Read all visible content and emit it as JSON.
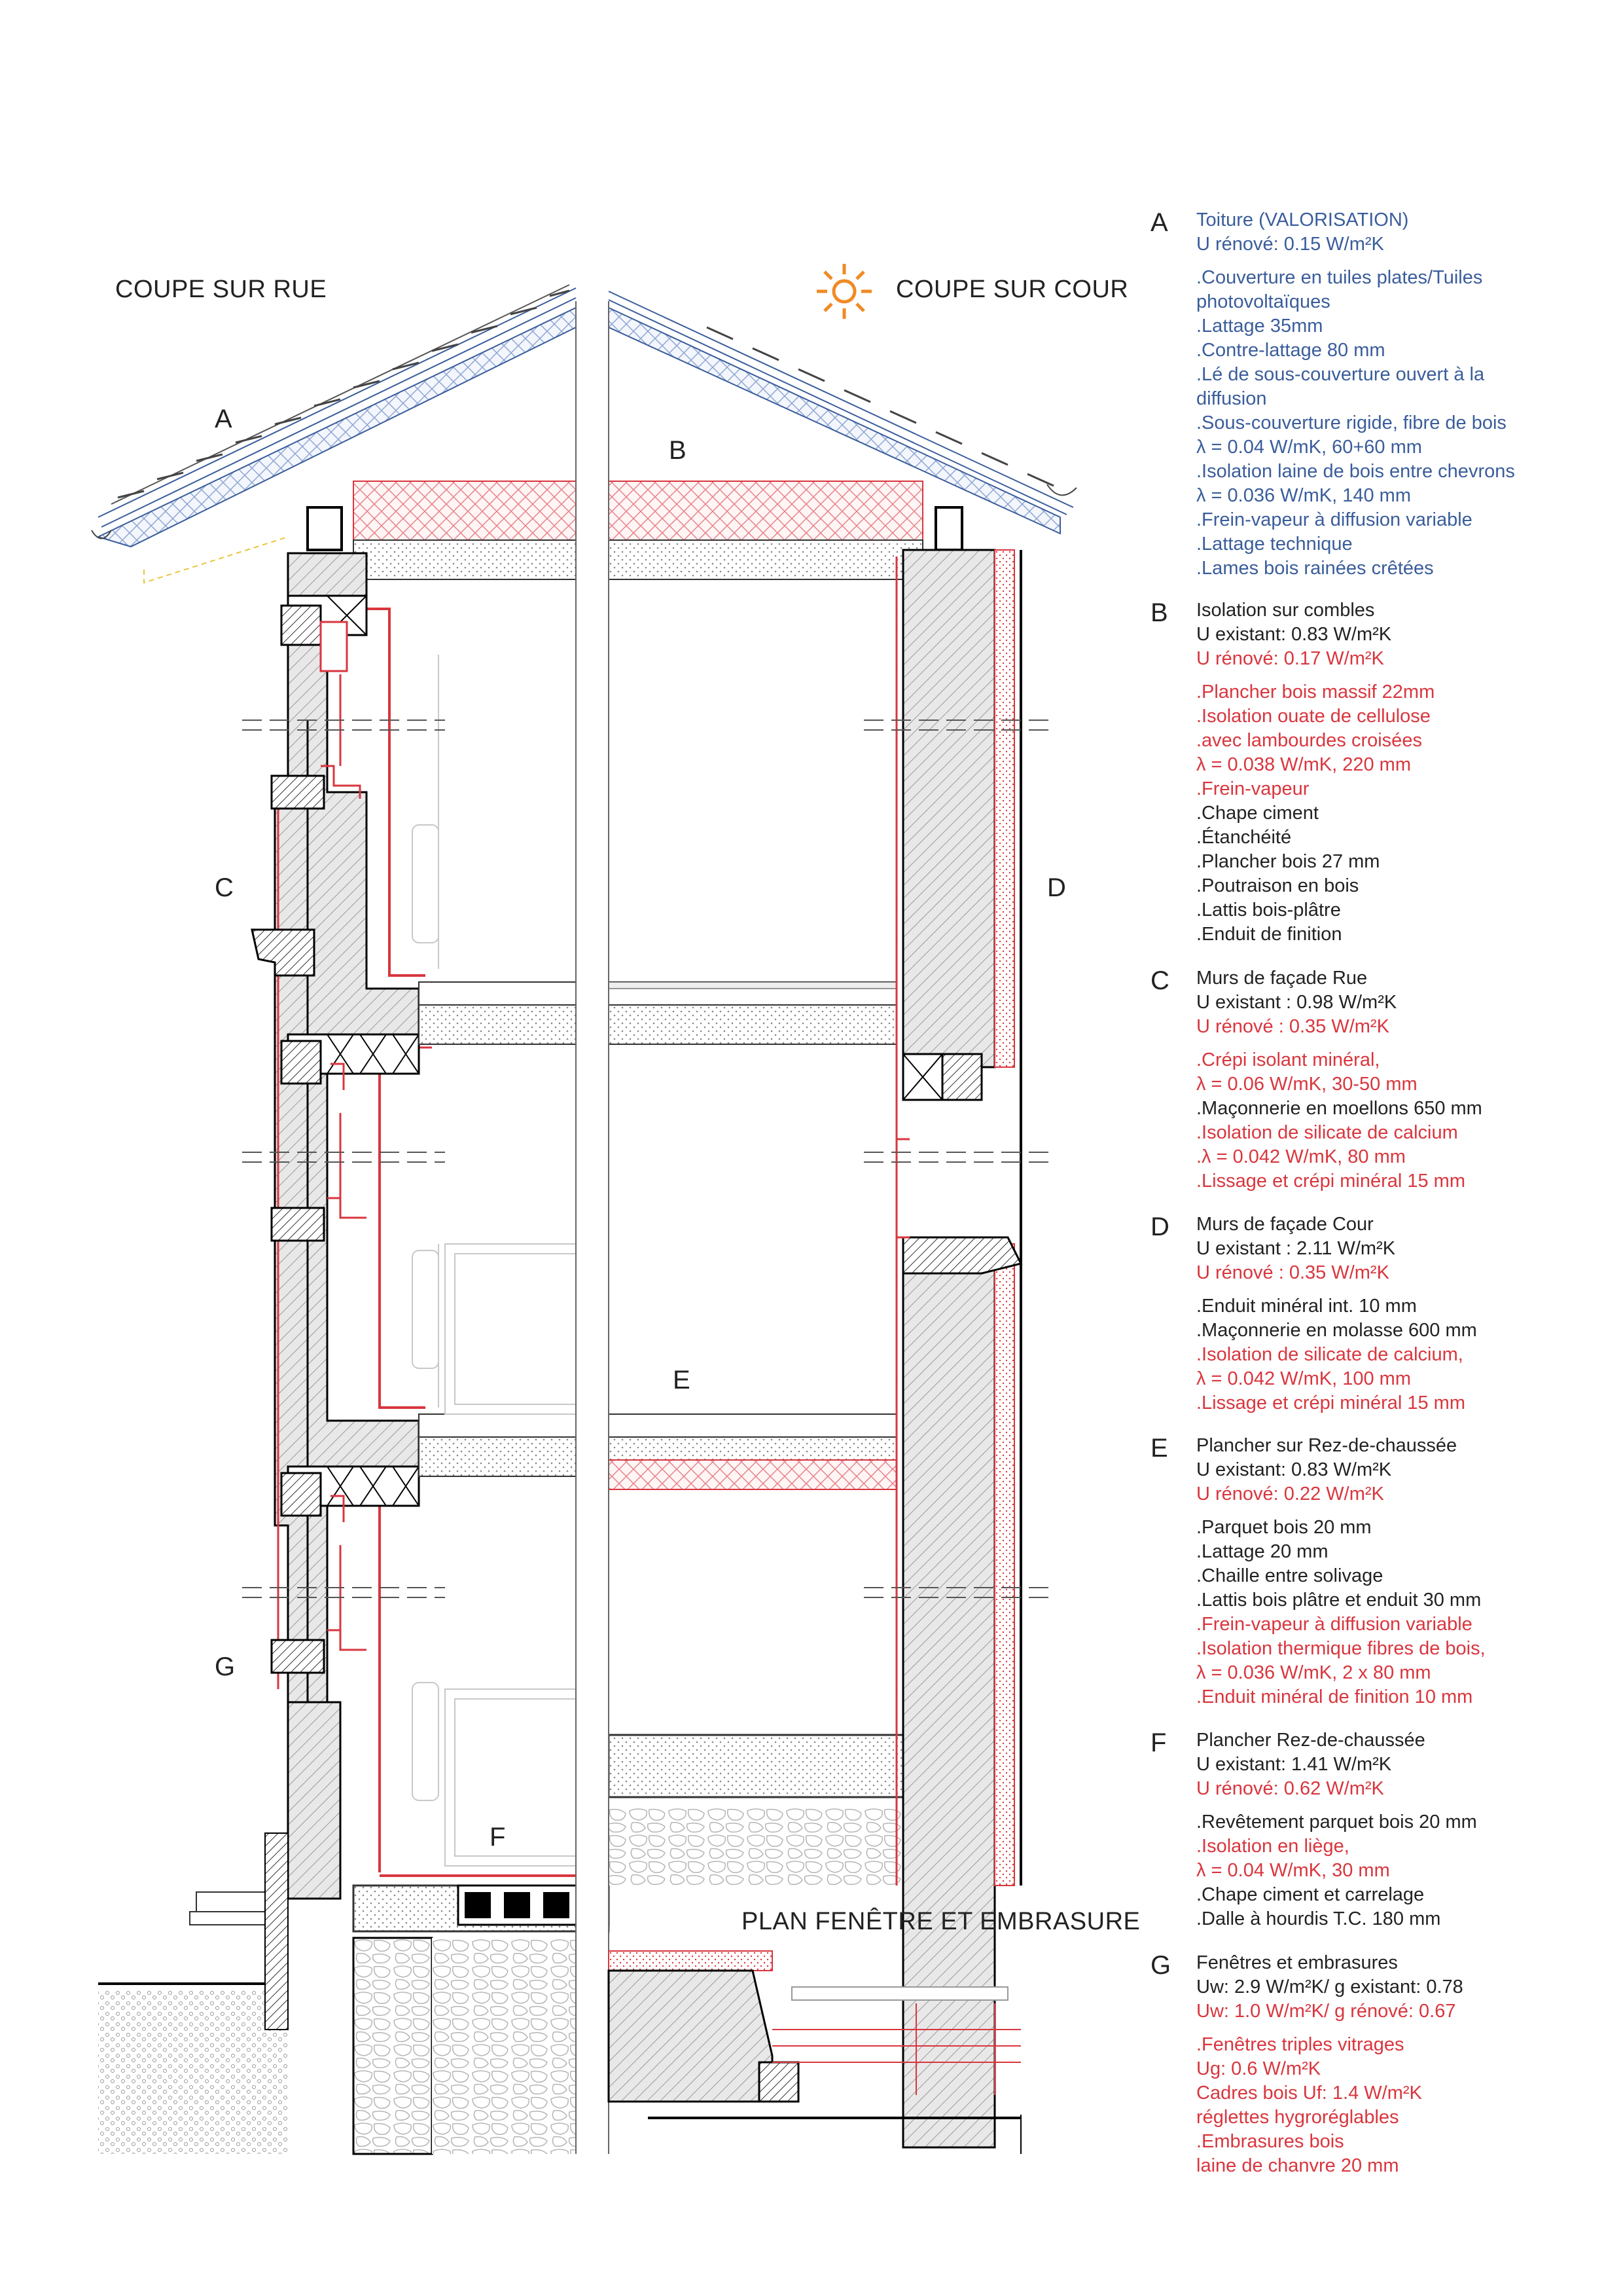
{
  "titles": {
    "rue": "COUPE SUR RUE",
    "cour": "COUPE SUR COUR",
    "plan": "PLAN FENÊTRE ET EMBRASURE"
  },
  "zones": {
    "A": "A",
    "B": "B",
    "C": "C",
    "D": "D",
    "E": "E",
    "F": "F",
    "G": "G"
  },
  "colors": {
    "blue": "#3a5d9b",
    "red": "#d9363e",
    "black": "#222222",
    "sun": "#f08a24"
  },
  "icons": {
    "sun": "sun-icon"
  },
  "legend": [
    {
      "letter": "A",
      "head": [
        {
          "text": "Toiture (VALORISATION)",
          "color": "blue"
        },
        {
          "text": "U rénové: 0.15 W/m²K",
          "color": "blue"
        }
      ],
      "items": [
        {
          "text": ".Couverture en tuiles plates/Tuiles",
          "color": "blue"
        },
        {
          "text": " photovoltaïques",
          "color": "blue"
        },
        {
          "text": ".Lattage 35mm",
          "color": "blue"
        },
        {
          "text": ".Contre-lattage 80 mm",
          "color": "blue"
        },
        {
          "text": ".Lé de sous-couverture ouvert à la",
          "color": "blue"
        },
        {
          "text": " diffusion",
          "color": "blue"
        },
        {
          "text": ".Sous-couverture rigide, fibre de bois",
          "color": "blue"
        },
        {
          "text": " λ = 0.04 W/mK, 60+60 mm",
          "color": "blue"
        },
        {
          "text": ".Isolation laine de bois entre chevrons",
          "color": "blue"
        },
        {
          "text": " λ = 0.036 W/mK, 140 mm",
          "color": "blue"
        },
        {
          "text": ".Frein-vapeur à diffusion variable",
          "color": "blue"
        },
        {
          "text": ".Lattage technique",
          "color": "blue"
        },
        {
          "text": ".Lames bois rainées crêtées",
          "color": "blue"
        }
      ]
    },
    {
      "letter": "B",
      "head": [
        {
          "text": "Isolation sur combles",
          "color": "black"
        },
        {
          "text": "U existant: 0.83 W/m²K",
          "color": "black"
        },
        {
          "text": "U rénové: 0.17 W/m²K",
          "color": "red"
        }
      ],
      "items": [
        {
          "text": ".Plancher bois massif 22mm",
          "color": "red"
        },
        {
          "text": ".Isolation ouate de cellulose",
          "color": "red"
        },
        {
          "text": ".avec lambourdes croisées",
          "color": "red"
        },
        {
          "text": " λ = 0.038 W/mK, 220 mm",
          "color": "red"
        },
        {
          "text": ".Frein-vapeur",
          "color": "red"
        },
        {
          "text": ".Chape ciment",
          "color": "black"
        },
        {
          "text": ".Étanchéité",
          "color": "black"
        },
        {
          "text": ".Plancher bois 27 mm",
          "color": "black"
        },
        {
          "text": ".Poutraison en bois",
          "color": "black"
        },
        {
          "text": ".Lattis bois-plâtre",
          "color": "black"
        },
        {
          "text": ".Enduit de finition",
          "color": "black"
        }
      ]
    },
    {
      "letter": "C",
      "head": [
        {
          "text": "Murs de façade Rue",
          "color": "black"
        },
        {
          "text": "U existant : 0.98 W/m²K",
          "color": "black"
        },
        {
          "text": "U rénové : 0.35 W/m²K",
          "color": "red"
        }
      ],
      "items": [
        {
          "text": ".Crépi isolant minéral,",
          "color": "red"
        },
        {
          "text": " λ = 0.06 W/mK, 30-50 mm",
          "color": "red"
        },
        {
          "text": ".Maçonnerie en moellons 650 mm",
          "color": "black"
        },
        {
          "text": ".Isolation de silicate de calcium",
          "color": "red"
        },
        {
          "text": ".λ = 0.042 W/mK, 80 mm",
          "color": "red"
        },
        {
          "text": ".Lissage et crépi minéral 15 mm",
          "color": "red"
        }
      ]
    },
    {
      "letter": "D",
      "head": [
        {
          "text": "Murs de façade Cour",
          "color": "black"
        },
        {
          "text": "U existant : 2.11 W/m²K",
          "color": "black"
        },
        {
          "text": "U rénové : 0.35 W/m²K",
          "color": "red"
        }
      ],
      "items": [
        {
          "text": ".Enduit minéral int. 10 mm",
          "color": "black"
        },
        {
          "text": ".Maçonnerie en molasse 600 mm",
          "color": "black"
        },
        {
          "text": ".Isolation de silicate de calcium,",
          "color": "red"
        },
        {
          "text": " λ = 0.042 W/mK, 100 mm",
          "color": "red"
        },
        {
          "text": ".Lissage et crépi minéral 15 mm",
          "color": "red"
        }
      ]
    },
    {
      "letter": "E",
      "head": [
        {
          "text": "Plancher sur Rez-de-chaussée",
          "color": "black"
        },
        {
          "text": "U existant: 0.83 W/m²K",
          "color": "black"
        },
        {
          "text": "U rénové: 0.22 W/m²K",
          "color": "red"
        }
      ],
      "items": [
        {
          "text": ".Parquet bois 20 mm",
          "color": "black"
        },
        {
          "text": ".Lattage 20 mm",
          "color": "black"
        },
        {
          "text": ".Chaille entre solivage",
          "color": "black"
        },
        {
          "text": ".Lattis bois plâtre et enduit 30 mm",
          "color": "black"
        },
        {
          "text": ".Frein-vapeur à diffusion variable",
          "color": "red"
        },
        {
          "text": ".Isolation thermique fibres de bois,",
          "color": "red"
        },
        {
          "text": " λ = 0.036 W/mK, 2 x 80 mm",
          "color": "red"
        },
        {
          "text": ".Enduit minéral de finition 10 mm",
          "color": "red"
        }
      ]
    },
    {
      "letter": "F",
      "head": [
        {
          "text": "Plancher Rez-de-chaussée",
          "color": "black"
        },
        {
          "text": "U existant: 1.41 W/m²K",
          "color": "black"
        },
        {
          "text": "U rénové: 0.62 W/m²K",
          "color": "red"
        }
      ],
      "items": [
        {
          "text": ".Revêtement parquet bois 20 mm",
          "color": "black"
        },
        {
          "text": ".Isolation en liège,",
          "color": "red"
        },
        {
          "text": " λ = 0.04 W/mK, 30 mm",
          "color": "red"
        },
        {
          "text": ".Chape ciment et carrelage",
          "color": "black"
        },
        {
          "text": ".Dalle à hourdis T.C. 180 mm",
          "color": "black"
        }
      ]
    },
    {
      "letter": "G",
      "head": [
        {
          "text": "Fenêtres et embrasures",
          "color": "black"
        },
        {
          "text": "Uw: 2.9 W/m²K/ g existant: 0.78",
          "color": "black"
        },
        {
          "text": "Uw: 1.0 W/m²K/ g rénové: 0.67",
          "color": "red"
        }
      ],
      "items": [
        {
          "text": ".Fenêtres triples vitrages",
          "color": "red"
        },
        {
          "text": " Ug: 0.6 W/m²K",
          "color": "red"
        },
        {
          "text": " Cadres bois Uf: 1.4 W/m²K",
          "color": "red"
        },
        {
          "text": " réglettes hygroréglables",
          "color": "red"
        },
        {
          "text": ".Embrasures bois",
          "color": "red"
        },
        {
          "text": " laine de chanvre 20 mm",
          "color": "red"
        }
      ]
    }
  ]
}
